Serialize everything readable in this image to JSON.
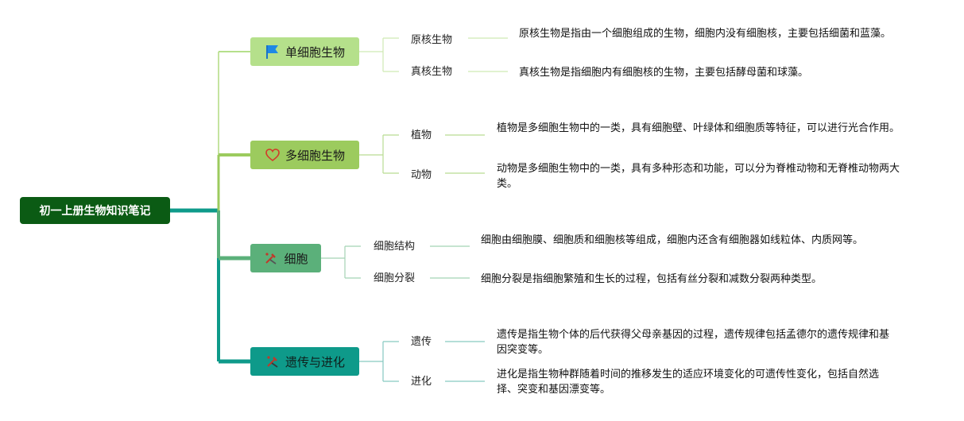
{
  "root": {
    "label": "初一上册生物知识笔记"
  },
  "topics": [
    {
      "label": "单细胞生物",
      "icon": "flag-icon",
      "color": "#b5e08b",
      "children": [
        {
          "label": "原核生物",
          "desc": "原核生物是指由一个细胞组成的生物，细胞内没有细胞核，主要包括细菌和蓝藻。"
        },
        {
          "label": "真核生物",
          "desc": "真核生物是指细胞内有细胞核的生物，主要包括酵母菌和球藻。"
        }
      ]
    },
    {
      "label": "多细胞生物",
      "icon": "heart-icon",
      "color": "#9ccb5e",
      "children": [
        {
          "label": "植物",
          "desc": "植物是多细胞生物中的一类，具有细胞壁、叶绿体和细胞质等特征，可以进行光合作用。"
        },
        {
          "label": "动物",
          "desc": "动物是多细胞生物中的一类，具有多种形态和功能，可以分为脊椎动物和无脊椎动物两大类。"
        }
      ]
    },
    {
      "label": "细胞",
      "icon": "tools-icon",
      "color": "#5bb07a",
      "children": [
        {
          "label": "细胞结构",
          "desc": "细胞由细胞膜、细胞质和细胞核等组成，细胞内还含有细胞器如线粒体、内质网等。"
        },
        {
          "label": "细胞分裂",
          "desc": "细胞分裂是指细胞繁殖和生长的过程，包括有丝分裂和减数分裂两种类型。"
        }
      ]
    },
    {
      "label": "遗传与进化",
      "icon": "tools-icon",
      "color": "#0e9a8a",
      "children": [
        {
          "label": "遗传",
          "desc": "遗传是指生物个体的后代获得父母亲基因的过程，遗传规律包括孟德尔的遗传规律和基因突变等。"
        },
        {
          "label": "进化",
          "desc": "进化是指生物种群随着时间的推移发生的适应环境变化的可遗传性变化，包括自然选择、突变和基因漂变等。"
        }
      ]
    }
  ]
}
